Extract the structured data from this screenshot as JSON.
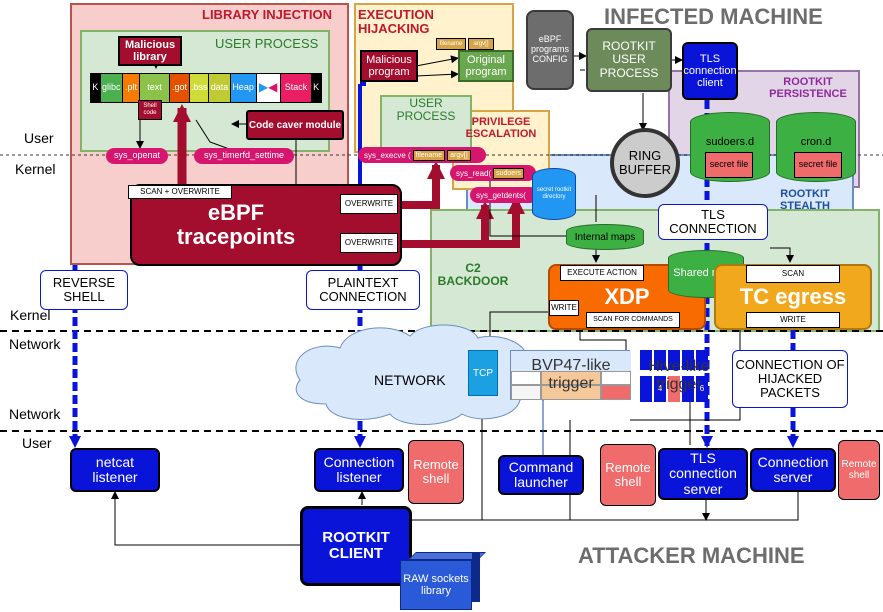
{
  "title_infected": "INFECTED MACHINE",
  "title_attacker": "ATTACKER MACHINE",
  "zones": {
    "library_injection": "LIBRARY INJECTION",
    "execution_hijacking": "EXECUTION HIJACKING",
    "rootkit_persistence": "ROOTKIT PERSISTENCE",
    "rootkit_stealth": "ROOTKIT STEALTH",
    "c2_backdoor": "C2 BACKDOOR",
    "user_process": "USER PROCESS",
    "user_process_2": "USER PROCESS",
    "privilege_escalation": "PRIVILEGE ESCALATION"
  },
  "layers": {
    "user_top": "User",
    "kernel_top": "Kernel",
    "kernel_mid": "Kernel",
    "network_1": "Network",
    "network_2": "Network",
    "user_bottom": "User"
  },
  "library": {
    "malicious_library": "Malicious library",
    "segments": [
      "K",
      "glibc",
      ".plt",
      "text",
      ".got",
      ".bss",
      "data",
      "Heap",
      "",
      "Stack",
      "K"
    ],
    "shell_code": "Shell code",
    "code_caver": "Code caver module"
  },
  "syscalls": {
    "openat": "sys_openat",
    "timerfd": "sys_timerfd_settime",
    "execve": "sys_execve (",
    "execve_filename": "filename",
    "execve_argv": "argv[]",
    "read": "sys_read(",
    "read_arg": "sudoers",
    "getdents": "sys_getdents(",
    "read_close": ")"
  },
  "hijack": {
    "malicious_program": "Malicious program",
    "original_program": "Original program",
    "filename": "filename",
    "argv": "argv[]"
  },
  "ebpf": {
    "tracepoints": "eBPF tracepoints",
    "scan_overwrite": "SCAN + OVERWRITE",
    "overwrite_1": "OVERWRITE",
    "overwrite_2": "OVERWRITE",
    "config": "eBPF programs CONFIG",
    "rootkit_user_process": "ROOTKIT USER PROCESS",
    "tls_client": "TLS connection client",
    "ring_buffer": "RING BUFFER",
    "sudoers": "sudoers.d",
    "cron": "cron.d",
    "secret_file_1": "secret file",
    "secret_file_2": "secret file",
    "secret_dir": "secret rootkit directory",
    "tls_connection": "TLS CONNECTION",
    "internal_maps": "Internal maps",
    "shared_maps": "Shared maps"
  },
  "xdp": {
    "label": "XDP",
    "execute_action": "EXECUTE ACTION",
    "write": "WRITE",
    "scan_for_commands": "SCAN FOR COMMANDS"
  },
  "tc": {
    "label": "TC egress",
    "scan": "SCAN",
    "write": "WRITE"
  },
  "network": {
    "cloud": "NETWORK",
    "tcp": "TCP",
    "bvp47": "BVP47-like trigger",
    "hive": "Hive-like trigger",
    "hive_nums": [
      "4",
      "6"
    ],
    "hijacked": "CONNECTION OF HIJACKED PACKETS",
    "reverse_shell": "REVERSE SHELL",
    "plaintext": "PLAINTEXT CONNECTION"
  },
  "attacker": {
    "netcat": "netcat listener",
    "connection_listener": "Connection listener",
    "remote_shell_1": "Remote shell",
    "command_launcher": "Command launcher",
    "remote_shell_2": "Remote shell",
    "tls_server": "TLS connection server",
    "connection_server": "Connection server",
    "remote_shell_3": "Remote shell",
    "rootkit_client": "ROOTKIT CLIENT",
    "raw_sockets": "RAW sockets library"
  },
  "colors": {
    "blue": "#0a14d8",
    "crimson": "#a30d2e",
    "magenta": "#d6166e",
    "orange": "#f76b00",
    "amber": "#f2a81c",
    "green": "#6aa84f",
    "grey": "#6d6d6d",
    "pink_zone": "#f8cecc",
    "yellow_zone": "#fff2cc",
    "blue_zone": "#dae8fc",
    "purple_zone": "#e1d5e7",
    "green_zone": "#d5e8d4"
  }
}
